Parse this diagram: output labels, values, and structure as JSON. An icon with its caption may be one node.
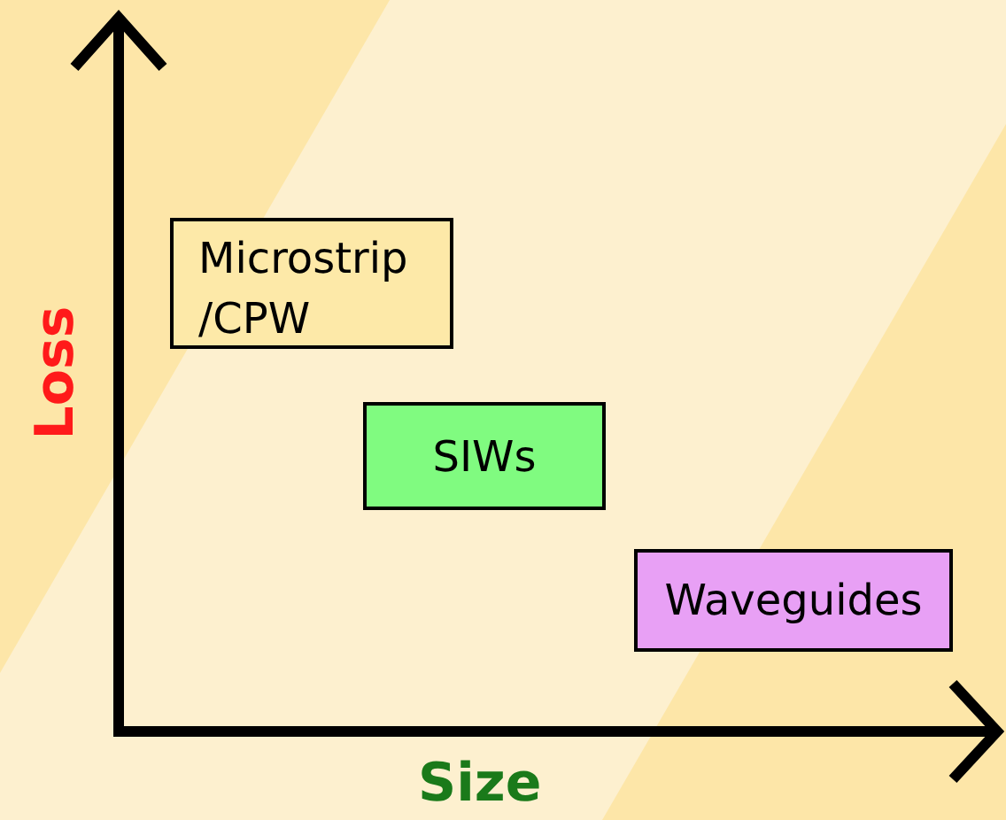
{
  "diagram": {
    "nodes": [
      {
        "text": [
          "Microstrip /CPW"
        ]
      },
      {
        "text": [
          "SIWs"
        ]
      },
      {
        "text": [
          "Waveguides"
        ]
      }
    ],
    "labels": [
      "Loss",
      "Size"
    ]
  }
}
